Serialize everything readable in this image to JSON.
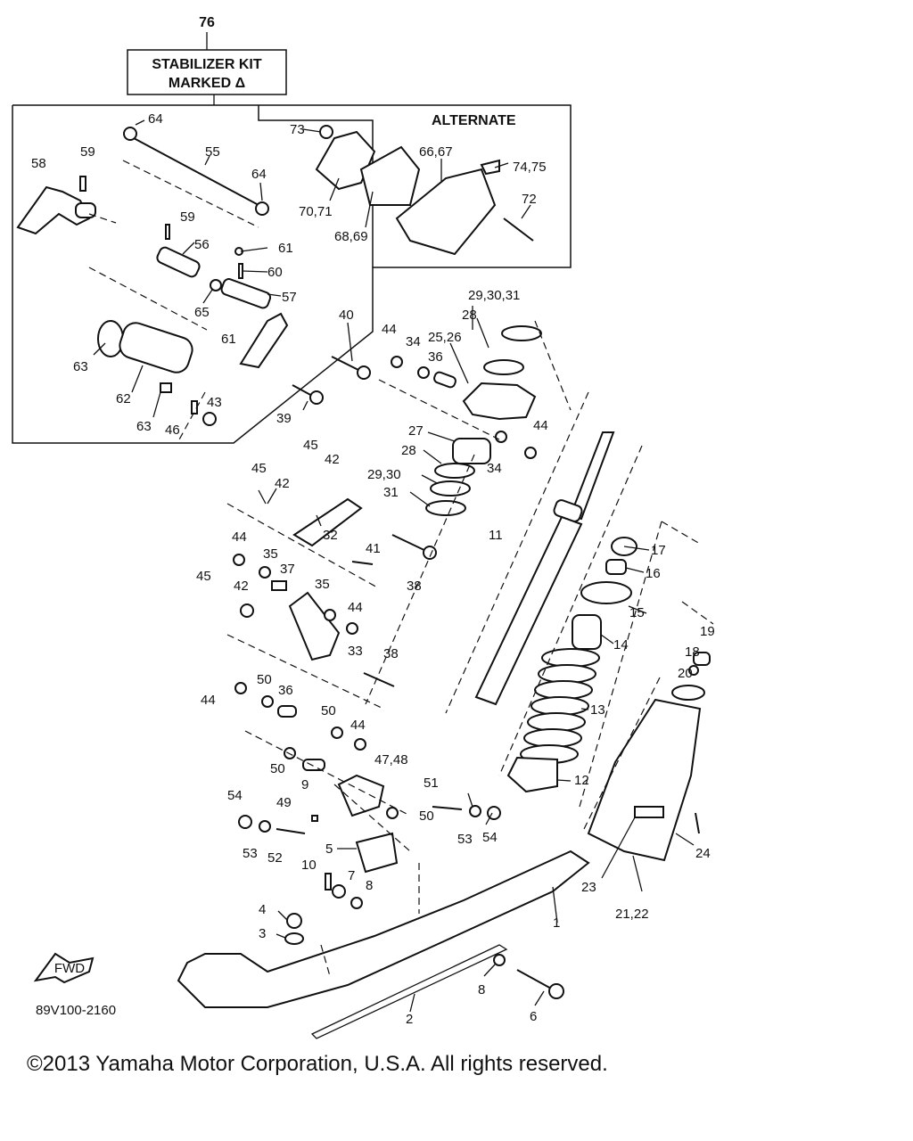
{
  "header": {
    "kit_number": "76",
    "kit_line1": "STABILIZER KIT",
    "kit_line2": "MARKED Δ",
    "alternate": "ALTERNATE"
  },
  "labels": {
    "p1": "1",
    "p2": "2",
    "p3": "3",
    "p4": "4",
    "p5": "5",
    "p6": "6",
    "p7": "7",
    "p8a": "8",
    "p8b": "8",
    "p9": "9",
    "p10": "10",
    "p11": "11",
    "p12": "12",
    "p13": "13",
    "p14": "14",
    "p15": "15",
    "p16": "16",
    "p17": "17",
    "p18": "18",
    "p19": "19",
    "p20": "20",
    "p2122": "21,22",
    "p23": "23",
    "p24": "24",
    "p2526": "25,26",
    "p27": "27",
    "p28a": "28",
    "p28b": "28",
    "p2930": "29,30",
    "p293031": "29,30,31",
    "p31": "31",
    "p32": "32",
    "p33": "33",
    "p34a": "34",
    "p34b": "34",
    "p35a": "35",
    "p35b": "35",
    "p36a": "36",
    "p36b": "36",
    "p37": "37",
    "p38a": "38",
    "p38b": "38",
    "p39": "39",
    "p40": "40",
    "p41": "41",
    "p42a": "42",
    "p42b": "42",
    "p42c": "42",
    "p43": "43",
    "p44a": "44",
    "p44b": "44",
    "p44c": "44",
    "p44d": "44",
    "p44e": "44",
    "p44f": "44",
    "p45a": "45",
    "p45b": "45",
    "p45c": "45",
    "p46": "46",
    "p4748": "47,48",
    "p49": "49",
    "p50a": "50",
    "p50b": "50",
    "p50c": "50",
    "p50d": "50",
    "p51": "51",
    "p52": "52",
    "p53a": "53",
    "p53b": "53",
    "p54a": "54",
    "p54b": "54",
    "p55": "55",
    "p56": "56",
    "p57": "57",
    "p58": "58",
    "p59a": "59",
    "p59b": "59",
    "p60": "60",
    "p61a": "61",
    "p61b": "61",
    "p62": "62",
    "p63a": "63",
    "p63b": "63",
    "p64a": "64",
    "p64b": "64",
    "p65": "65",
    "p6667": "66,67",
    "p6869": "68,69",
    "p7071": "70,71",
    "p72": "72",
    "p73": "73",
    "p7475": "74,75"
  },
  "fwd": "FWD",
  "diagram_code": "89V100-2160",
  "copyright": "©2013 Yamaha Motor Corporation, U.S.A. All rights reserved."
}
